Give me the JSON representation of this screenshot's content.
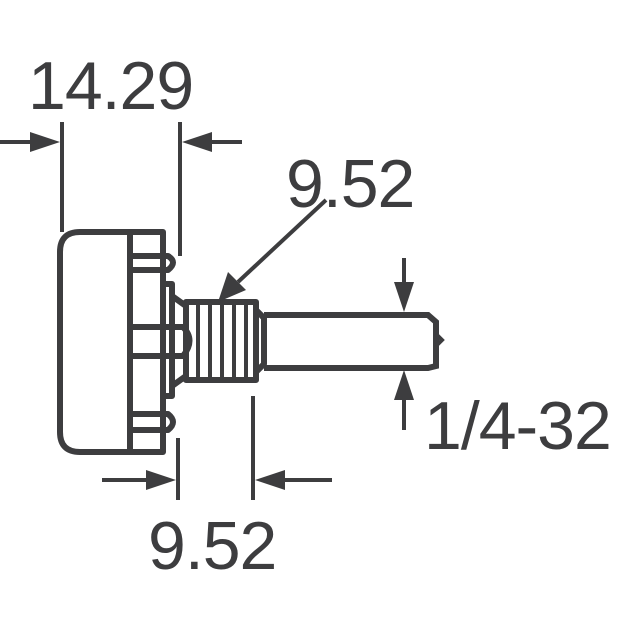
{
  "diagram": {
    "type": "mechanical-dimension-drawing",
    "subject": "potentiometer side view",
    "line_color": "#3d3d3f",
    "background": "#ffffff",
    "dimensions": {
      "body_width": "14.29",
      "bushing_diameter": "9.52",
      "bushing_length": "9.52",
      "thread_spec": "1/4-32"
    }
  }
}
